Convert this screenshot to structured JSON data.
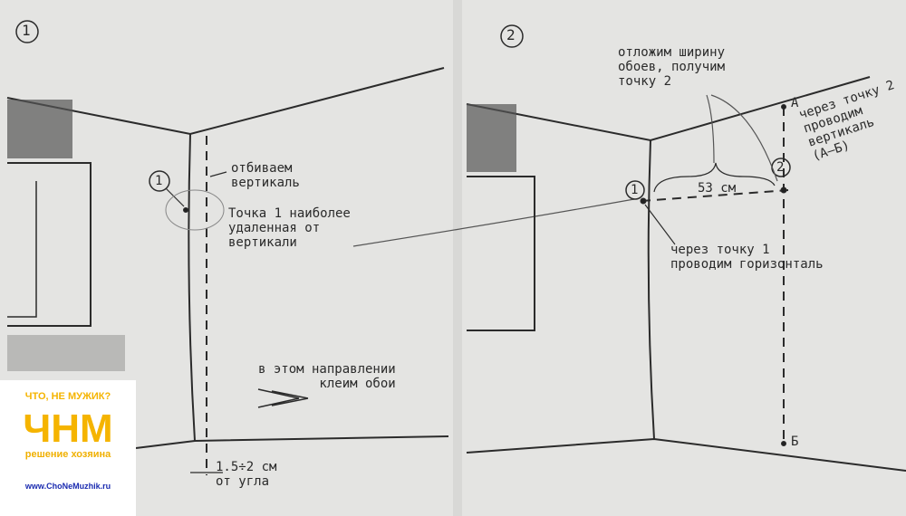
{
  "panel1": {
    "number": "1",
    "point_marker": "1",
    "label_vertical": "отбиваем\nвертикаль",
    "label_point1": "Точка 1 наиболее\nудаленная от\nвертикали",
    "label_direction": "в этом направлении\nклеим обои",
    "label_offset": "1.5÷2 см\nот угла"
  },
  "panel2": {
    "number": "2",
    "point1_marker": "1",
    "point2_marker": "2",
    "label_width": "отложим ширину\nобоев, получим\nточку 2",
    "label_distance": "53 см",
    "label_vertical": "через точку 2\nпроводим\nвертикаль\n(А–Б)",
    "label_horizontal": "через точку 1\nпроводим горизонталь",
    "label_a": "А",
    "label_b": "Б"
  },
  "logo": {
    "slogan": "ЧТО, НЕ МУЖИК?",
    "brand": "ЧНМ",
    "subtitle": "решение хозяина",
    "url": "www.ChoNeMuzhik.ru",
    "brand_color": "#f5b400",
    "url_color": "#1a2bb0"
  }
}
